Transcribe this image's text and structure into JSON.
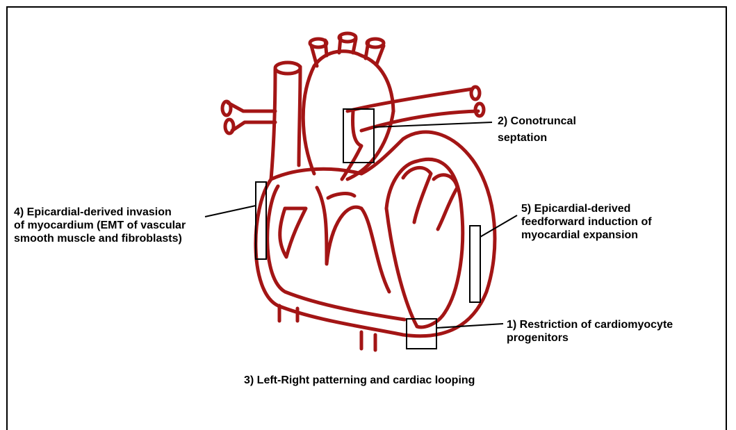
{
  "colors": {
    "heart_stroke": "#a31515",
    "callout": "#000000"
  },
  "labels": {
    "conotruncal": [
      "2) Conotruncal",
      "septation"
    ],
    "epi_invasion": [
      "4) Epicardial-derived invasion",
      "of myocardium (EMT of vascular",
      "smooth muscle and fibroblasts)"
    ],
    "epi_feedforward": [
      "5) Epicardial-derived",
      "feedforward induction of",
      "myocardial expansion"
    ],
    "restriction": [
      "1) Restriction of cardiomyocyte",
      "progenitors"
    ],
    "looping": "3) Left-Right patterning and cardiac looping"
  }
}
